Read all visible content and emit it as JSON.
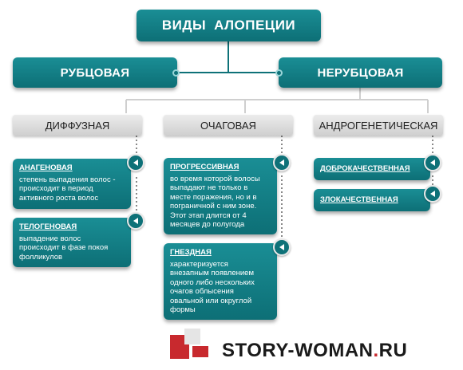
{
  "title": {
    "word1": "ВИДЫ",
    "word2": "АЛОПЕЦИИ"
  },
  "categories": {
    "left": "РУБЦОВАЯ",
    "right": "НЕРУБЦОВАЯ"
  },
  "subtypes": {
    "diffuse": "ДИФФУЗНАЯ",
    "focal": "ОЧАГОВАЯ",
    "androgenetic": "АНДРОГЕНЕТИЧЕСКАЯ"
  },
  "cards": {
    "anagen": {
      "heading": "АНАГЕНОВАЯ",
      "text": "степень выпадения волос - происходит в период активного роста волос"
    },
    "telogen": {
      "heading": "ТЕЛОГЕНОВАЯ",
      "text": "выпадение волос происходит в фазе покоя фолликулов"
    },
    "progressive": {
      "heading": "ПРОГРЕССИВНАЯ",
      "text": "во время которой волосы выпадают не только в месте поражения, но и в пограничной с ним зоне. Этот этап длится от 4 месяцев до полугода"
    },
    "nested": {
      "heading": "ГНЕЗДНАЯ",
      "text": "характеризуется внезапным появлением одного либо нескольких очагов облысения овальной или округлой формы"
    },
    "benign": {
      "heading": "ДОБРОКАЧЕСТВЕННАЯ"
    },
    "malignant": {
      "heading": "ЗЛОКАЧЕСТВЕННАЯ"
    }
  },
  "logo": {
    "name": "STORY-WOMAN",
    "dot": ".",
    "tld": "RU"
  },
  "colors": {
    "teal": "#0d6f76",
    "grey": "#dcdcdc",
    "brand_red": "#c8292e"
  },
  "icons": [
    "arrow-left-icon",
    "connector-dot-icon",
    "story-woman-logo-icon"
  ]
}
